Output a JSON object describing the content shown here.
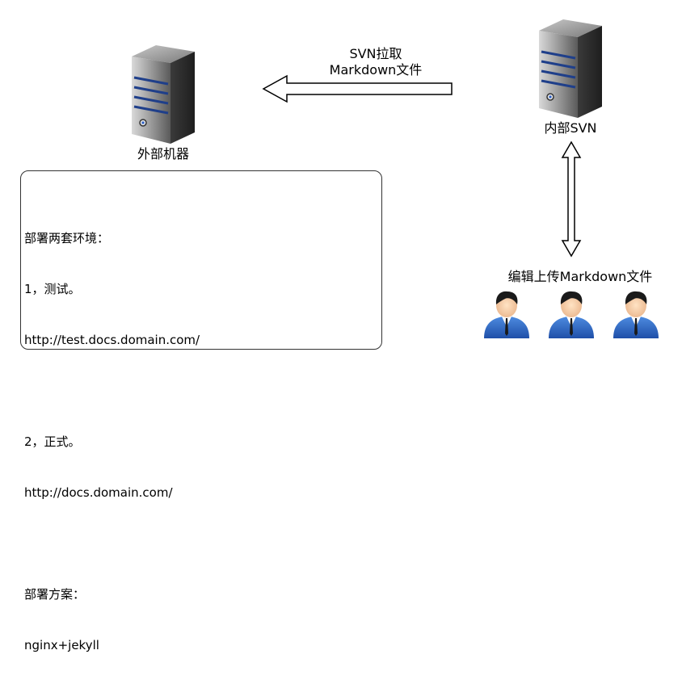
{
  "nodes": {
    "external_machine": "外部机器",
    "internal_svn": "内部SVN",
    "editors": "编辑上传Markdown文件"
  },
  "arrow_label": {
    "line1": "SVN拉取",
    "line2": "Markdown文件"
  },
  "note": {
    "lines": [
      "部署两套环境：",
      "1，测试。",
      "http://test.docs.domain.com/",
      "",
      "2，正式。",
      "http://docs.domain.com/",
      "",
      "部署方案：",
      "nginx+jekyll"
    ]
  },
  "icons": [
    "server-icon",
    "server-icon",
    "user-icon",
    "user-icon",
    "user-icon"
  ]
}
